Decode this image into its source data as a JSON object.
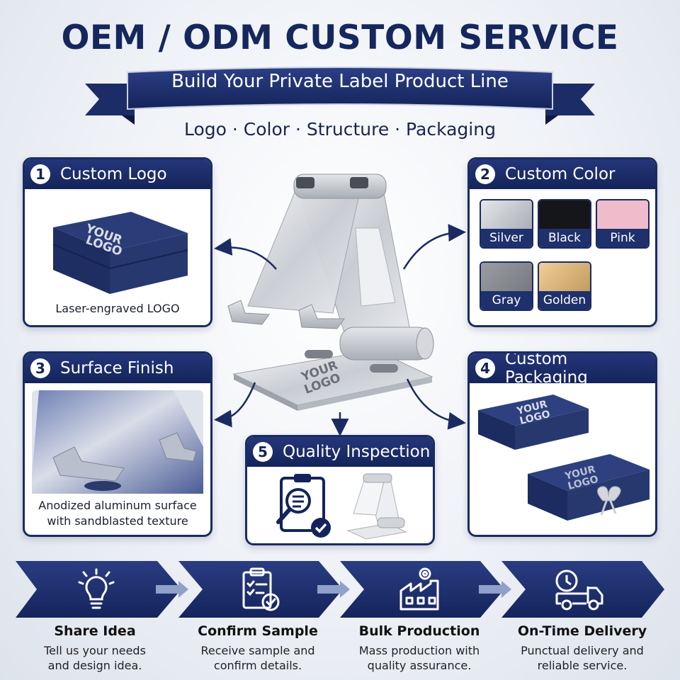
{
  "title": "OEM / ODM CUSTOM SERVICE",
  "subtitle": "Build Your Private Label Product Line",
  "tagline": "Logo · Color · Structure · Packaging",
  "logo_stamp": "YOUR LOGO",
  "cards": {
    "custom_logo": {
      "number": "1",
      "title": "Custom Logo",
      "caption": "Laser-engraved LOGO"
    },
    "custom_color": {
      "number": "2",
      "title": "Custom Color",
      "swatches": [
        {
          "label": "Silver",
          "color": "#c9ccd1"
        },
        {
          "label": "Black",
          "color": "#15161a"
        },
        {
          "label": "Pink",
          "color": "#f0bccb"
        },
        {
          "label": "Gray",
          "color": "#8a8d93"
        },
        {
          "label": "Golden",
          "color": "#d8b27a"
        }
      ]
    },
    "surface_finish": {
      "number": "3",
      "title": "Surface Finish",
      "caption_line1": "Anodized aluminum surface",
      "caption_line2": "with sandblasted texture"
    },
    "custom_packaging": {
      "number": "4",
      "title": "Custom Packaging"
    },
    "quality_inspection": {
      "number": "5",
      "title": "Quality Inspection"
    }
  },
  "steps": [
    {
      "title": "Share Idea",
      "desc_line1": "Tell us your needs",
      "desc_line2": "and design idea.",
      "icon": "lightbulb-icon"
    },
    {
      "title": "Confirm Sample",
      "desc_line1": "Receive sample and",
      "desc_line2": "confirm details.",
      "icon": "clipboard-check-icon"
    },
    {
      "title": "Bulk Production",
      "desc_line1": "Mass production with",
      "desc_line2": "quality assurance.",
      "icon": "factory-icon"
    },
    {
      "title": "On-Time Delivery",
      "desc_line1": "Punctual delivery and",
      "desc_line2": "reliable service.",
      "icon": "delivery-truck-icon"
    }
  ],
  "colors": {
    "navy": "#1b2b62",
    "navy_dark": "#14245a",
    "accent_light": "#ffffff"
  }
}
